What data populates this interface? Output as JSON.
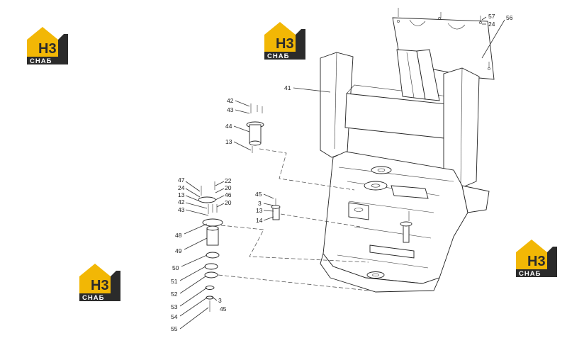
{
  "logo": {
    "mark": "H3",
    "word": "CHAБ",
    "colors": {
      "yellow": "#f2b705",
      "dark": "#2b2b2b",
      "white": "#ffffff"
    }
  },
  "callouts": {
    "c41": "41",
    "c42a": "42",
    "c43a": "43",
    "c44": "44",
    "c13a": "13",
    "c56": "56",
    "c57": "57",
    "c24a": "24",
    "c47": "47",
    "c24b": "24",
    "c13b": "13",
    "c42b": "42",
    "c43b": "43",
    "c22": "22",
    "c20a": "20",
    "c46": "46",
    "c20b": "20",
    "c48": "48",
    "c49": "49",
    "c50": "50",
    "c51": "51",
    "c52": "52",
    "c53": "53",
    "c54": "54",
    "c55": "55",
    "c3a": "3",
    "c45a": "45",
    "c45b": "45",
    "c3b": "3",
    "c13c": "13",
    "c14": "14"
  }
}
